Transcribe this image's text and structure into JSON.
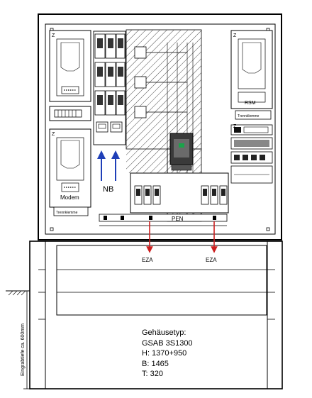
{
  "labels": {
    "nb": "NB",
    "pen": "PEN",
    "eza_left": "EZA",
    "eza_right": "EZA",
    "modem": "Modem",
    "rsm": "RSM",
    "trennklemme_left": "Trennklemme",
    "trennklemme_right": "Trennklemme",
    "z_marks": [
      "Z",
      "Z",
      "Z",
      "Z"
    ],
    "depth_note": "Eingrabtiefe ca. 600mm"
  },
  "specs": {
    "heading": "Gehäusetyp:",
    "model": "GSAB 3S1300",
    "height": "H: 1370+950",
    "width": "B: 1465",
    "depth": "T: 320"
  },
  "colors": {
    "line": "#000000",
    "nb_arrow": "#1f3fb8",
    "eza_arrow": "#cc1f1f",
    "breaker": "#3a3a3a",
    "breaker_accent": "#1aa34a"
  }
}
